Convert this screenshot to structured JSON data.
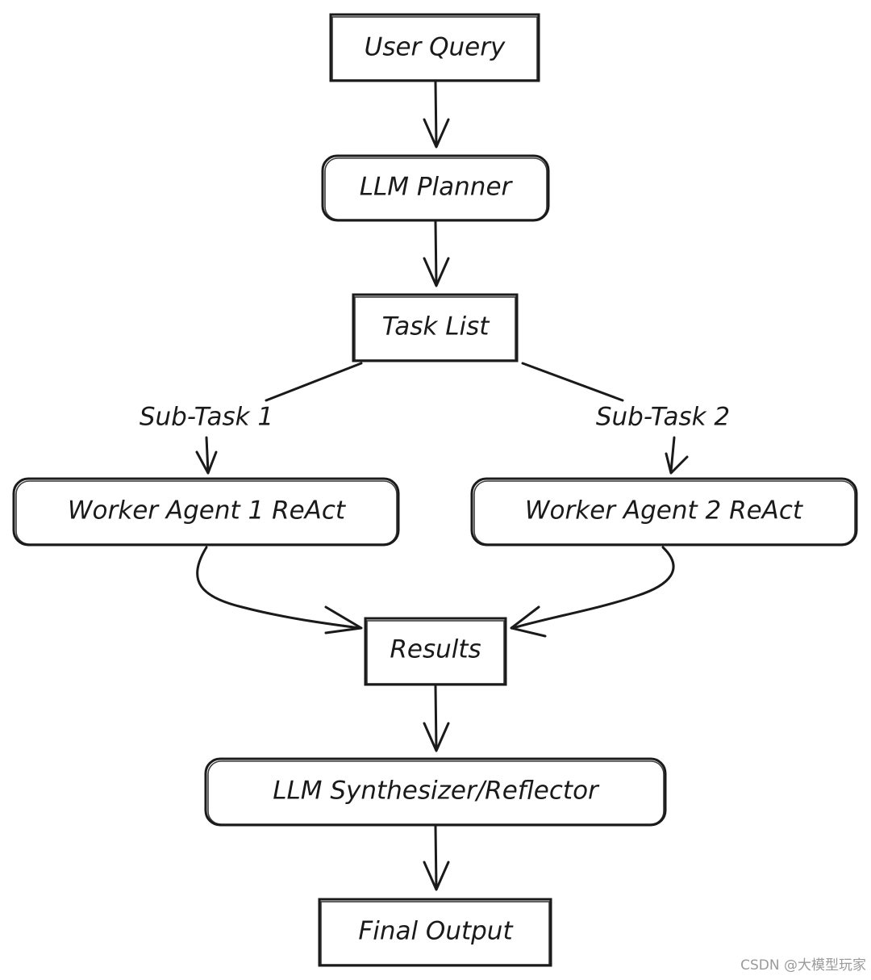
{
  "nodes": {
    "user_query": "User Query",
    "llm_planner": "LLM Planner",
    "task_list": "Task List",
    "worker_agent_1": "Worker Agent 1 ReAct",
    "worker_agent_2": "Worker Agent 2 ReAct",
    "results": "Results",
    "llm_synthesizer": "LLM Synthesizer/Reflector",
    "final_output": "Final Output"
  },
  "edges": {
    "sub_task_1": "Sub-Task 1",
    "sub_task_2": "Sub-Task 2"
  },
  "watermark": "CSDN @大模型玩家"
}
